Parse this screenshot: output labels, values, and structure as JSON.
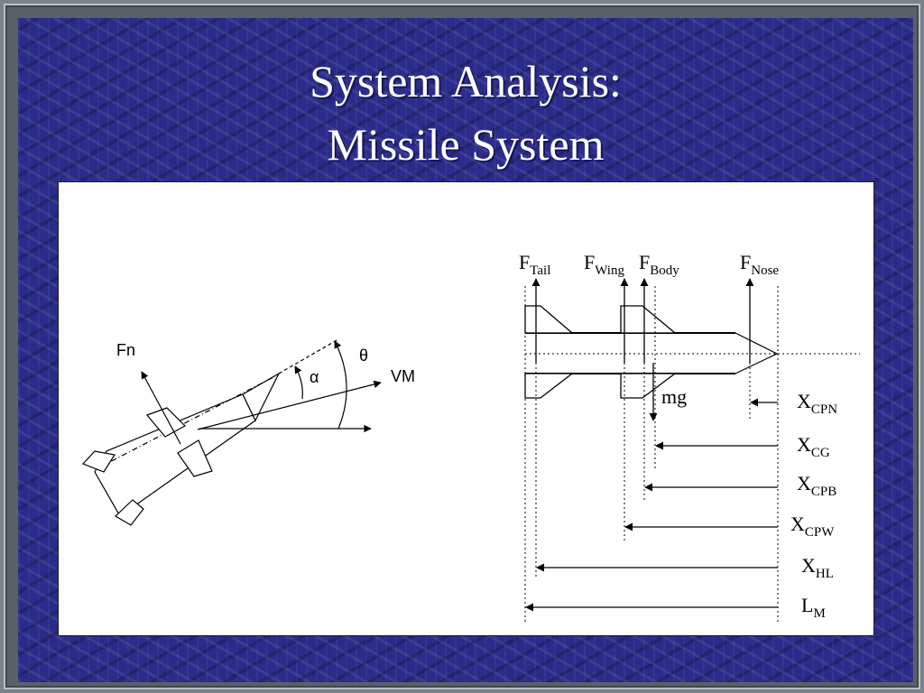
{
  "slide": {
    "title_line1": "System Analysis:",
    "title_line2": "Missile System"
  },
  "left_diagram": {
    "labels": {
      "normal_force": "Fn",
      "alpha": "α",
      "theta": "θ",
      "velocity": "VM"
    }
  },
  "right_diagram": {
    "forces": [
      {
        "main": "F",
        "sub": "Tail"
      },
      {
        "main": "F",
        "sub": "Wing"
      },
      {
        "main": "F",
        "sub": "Body"
      },
      {
        "main": "F",
        "sub": "Nose"
      }
    ],
    "weight_label": "mg",
    "distances": [
      {
        "main": "X",
        "sub": "CPN"
      },
      {
        "main": "X",
        "sub": "CG"
      },
      {
        "main": "X",
        "sub": "CPB"
      },
      {
        "main": "X",
        "sub": "CPW"
      },
      {
        "main": "X",
        "sub": "HL"
      },
      {
        "main": "L",
        "sub": "M"
      }
    ]
  },
  "colors": {
    "slide_background": "#2b2c8a",
    "title_text": "#ffffff",
    "panel_background": "#ffffff",
    "line_color": "#000000"
  }
}
